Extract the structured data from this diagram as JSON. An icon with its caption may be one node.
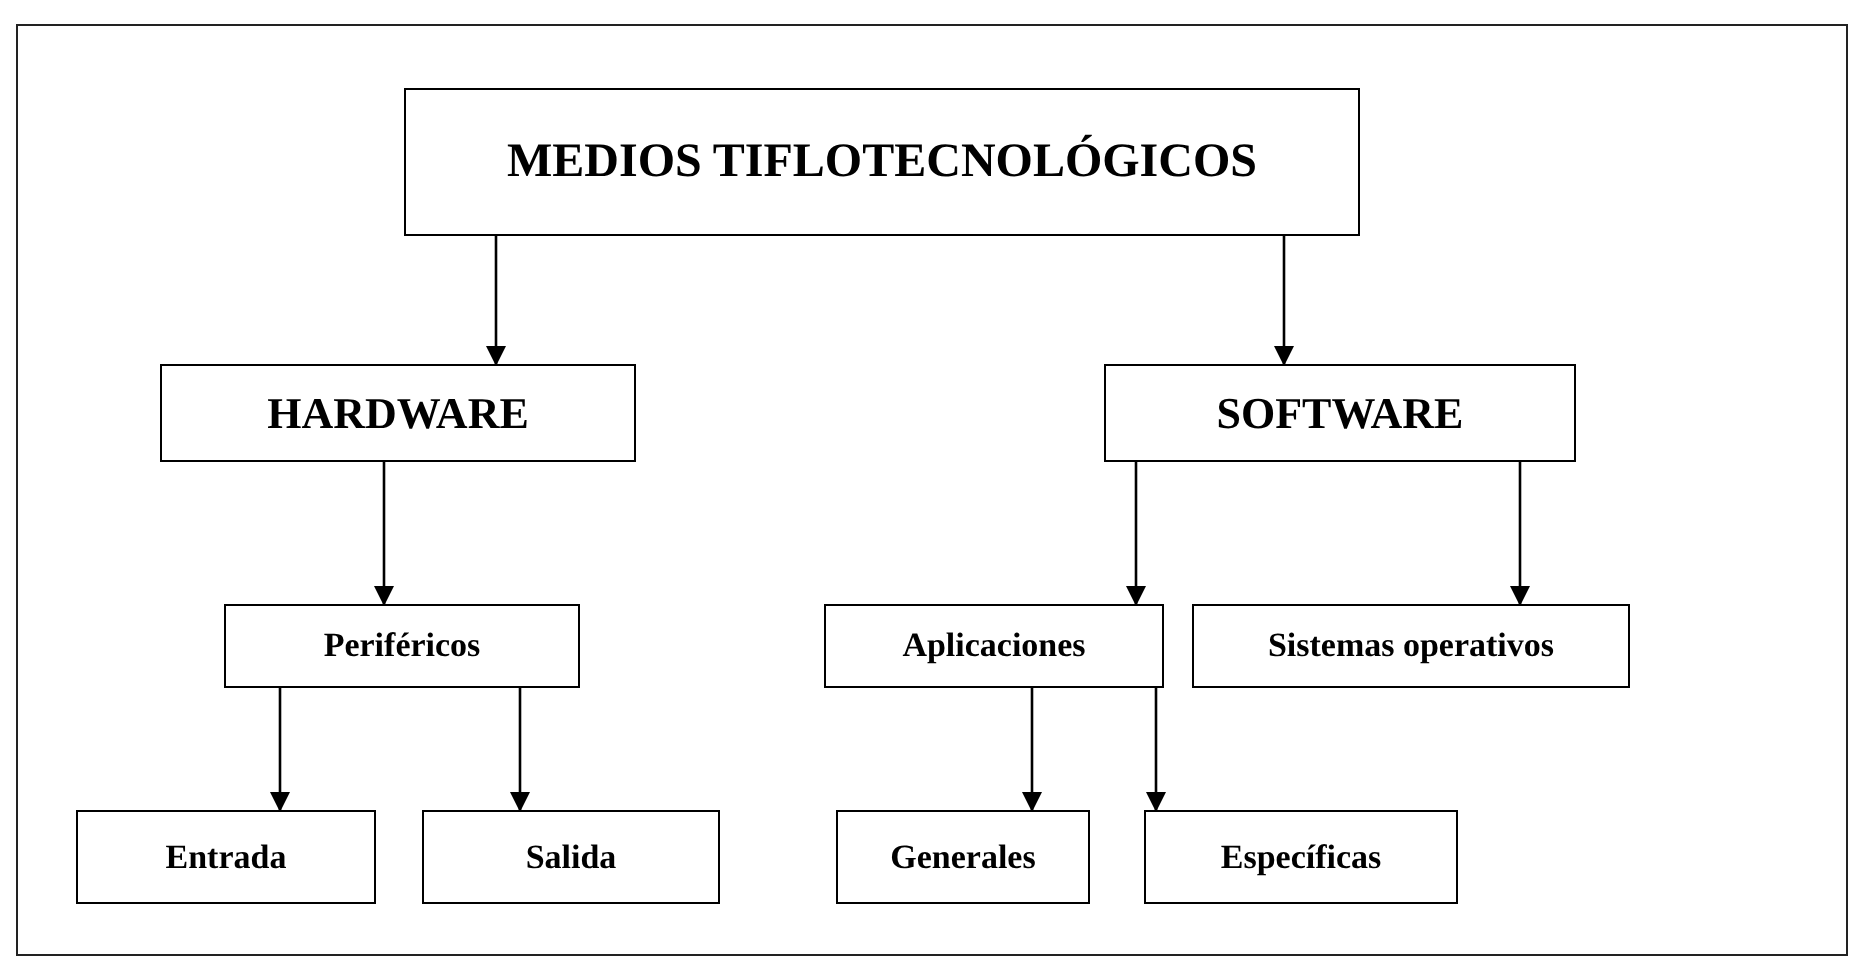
{
  "diagram": {
    "nodes": [
      {
        "text": [
          "MEDIOS TIFLOTECNOLÓGICOS"
        ]
      },
      {
        "text": [
          "HARDWARE"
        ]
      },
      {
        "text": [
          "SOFTWARE"
        ]
      },
      {
        "text": [
          "Periféricos"
        ]
      },
      {
        "text": [
          "Aplicaciones"
        ]
      },
      {
        "text": [
          "Sistemas operativos"
        ]
      },
      {
        "text": [
          "Entrada"
        ]
      },
      {
        "text": [
          "Salida"
        ]
      },
      {
        "text": [
          "Generales"
        ]
      },
      {
        "text": [
          "Específicas"
        ]
      }
    ],
    "edges": [
      {
        "from": 0,
        "to": 1,
        "arrow": "to"
      },
      {
        "from": 0,
        "to": 2,
        "arrow": "to"
      },
      {
        "from": 1,
        "to": 3,
        "arrow": "to"
      },
      {
        "from": 2,
        "to": 4,
        "arrow": "to"
      },
      {
        "from": 2,
        "to": 5,
        "arrow": "to"
      },
      {
        "from": 3,
        "to": 6,
        "arrow": "to"
      },
      {
        "from": 3,
        "to": 7,
        "arrow": "to"
      },
      {
        "from": 4,
        "to": 8,
        "arrow": "to"
      },
      {
        "from": 4,
        "to": 9,
        "arrow": "to"
      }
    ]
  }
}
